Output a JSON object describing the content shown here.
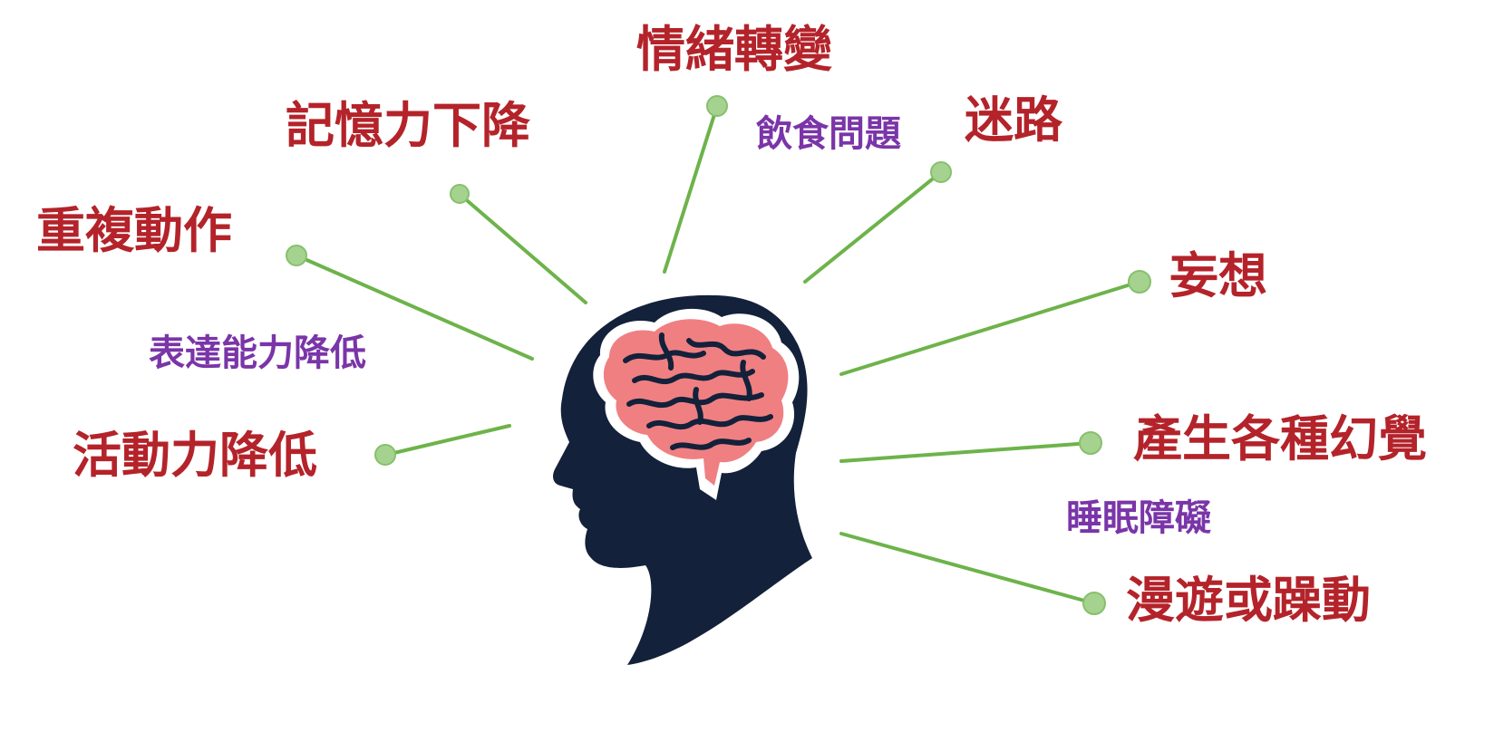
{
  "colors": {
    "primary_label": "#b4232a",
    "secondary_label": "#7a35a8",
    "connector": "#6db34a",
    "node_fill": "#a5d38f",
    "node_stroke": "#86c06c",
    "head": "#13213a",
    "brain": "#f07f82"
  },
  "symptoms": [
    {
      "id": "emotional-change",
      "text": "情緒轉變",
      "kind": "primary"
    },
    {
      "id": "memory-decline",
      "text": "記憶力下降",
      "kind": "primary"
    },
    {
      "id": "eating-problems",
      "text": "飲食問題",
      "kind": "secondary"
    },
    {
      "id": "getting-lost",
      "text": "迷路",
      "kind": "primary"
    },
    {
      "id": "repetitive-actions",
      "text": "重複動作",
      "kind": "primary"
    },
    {
      "id": "delusion",
      "text": "妄想",
      "kind": "primary"
    },
    {
      "id": "reduced-expression",
      "text": "表達能力降低",
      "kind": "secondary"
    },
    {
      "id": "reduced-activity",
      "text": "活動力降低",
      "kind": "primary"
    },
    {
      "id": "hallucinations",
      "text": "產生各種幻覺",
      "kind": "primary"
    },
    {
      "id": "sleep-disorder",
      "text": "睡眠障礙",
      "kind": "secondary"
    },
    {
      "id": "wandering-agitation",
      "text": "漫遊或躁動",
      "kind": "primary"
    }
  ]
}
